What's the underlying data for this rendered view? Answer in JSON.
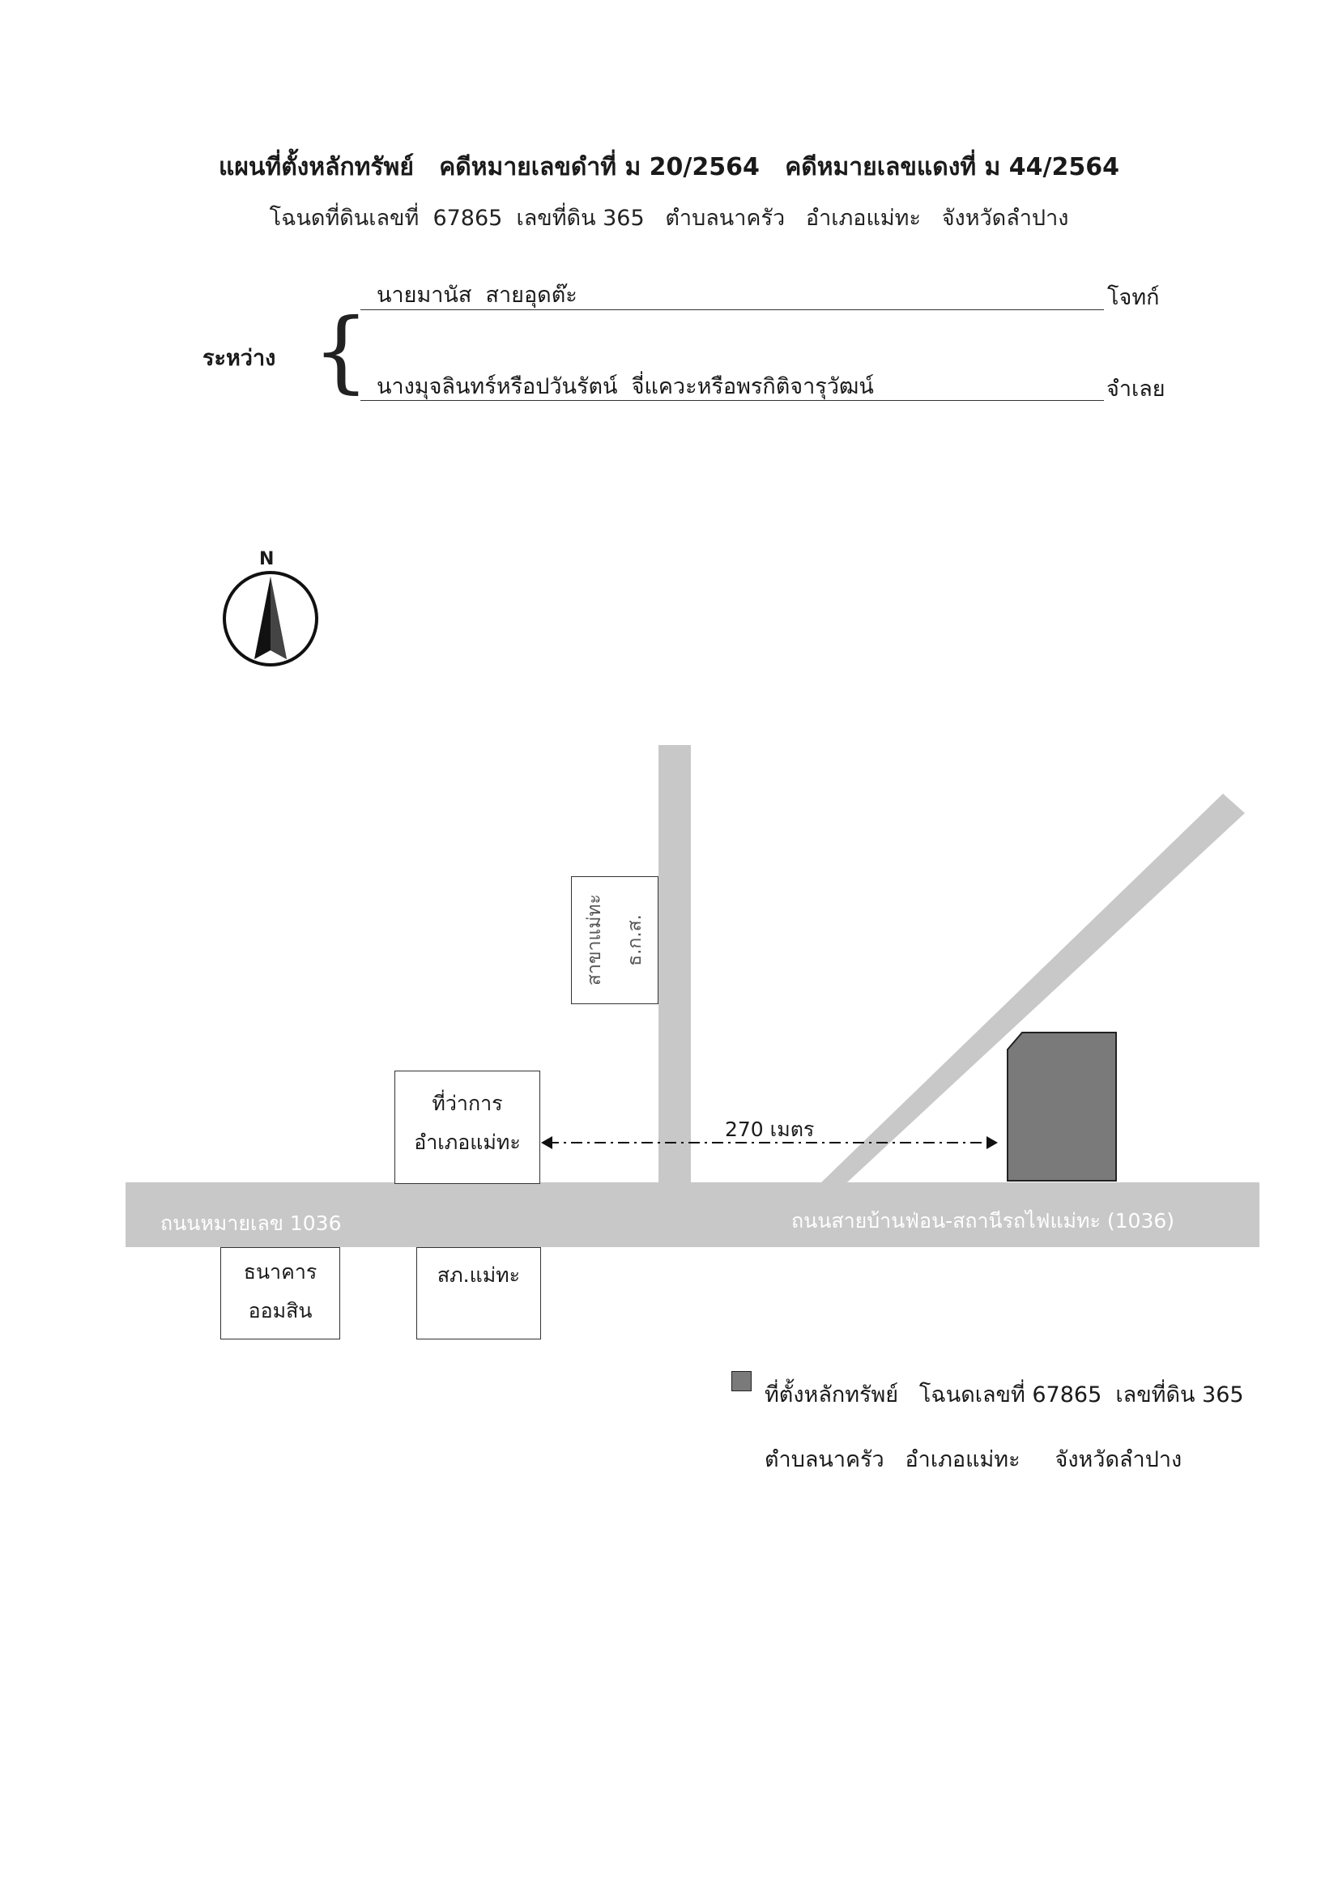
{
  "header": {
    "title": "แผนที่ตั้งหลักทรัพย์   คดีหมายเลขดำที่ ม 20/2564   คดีหมายเลขแดงที่ ม 44/2564",
    "subtitle": "โฉนดที่ดินเลขที่  67865  เลขที่ดิน 365   ตำบลนาครัว   อำเภอแม่ทะ   จังหวัดลำปาง"
  },
  "parties": {
    "between_label": "ระหว่าง",
    "plaintiff_name": "นายมานัส  สายอุดต๊ะ",
    "plaintiff_role": "โจทก์",
    "defendant_name": "นางมุจลินทร์หรือปวันรัตน์  จี่แควะหรือพรกิติจารุวัฒน์",
    "defendant_role": "จำเลย"
  },
  "compass": {
    "north_label": "N",
    "icon": "north-arrow-icon"
  },
  "map": {
    "road_main_left_label": "ถนนหมายเลข 1036",
    "road_main_right_label": "ถนนสายบ้านฟ่อน-สถานีรถไฟแม่ทะ (1036)",
    "distance_label": "270 เมตร",
    "landmarks": {
      "district_office": [
        "ที่ว่าการ",
        "อำเภอแม่ทะ"
      ],
      "police_station": "สภ.แม่ทะ",
      "bank": [
        "ธนาคาร",
        "ออมสิน"
      ],
      "power_office": [
        "ธ.ก.ส.",
        "สาขาแม่ทะ"
      ]
    },
    "colors": {
      "road": "#c8c8c8",
      "property": "#7a7a7a"
    }
  },
  "legend": {
    "line1": "ที่ตั้งหลักทรัพย์   โฉนดเลขที่ 67865  เลขที่ดิน 365",
    "line2": "ตำบลนาครัว   อำเภอแม่ทะ     จังหวัดลำปาง"
  }
}
